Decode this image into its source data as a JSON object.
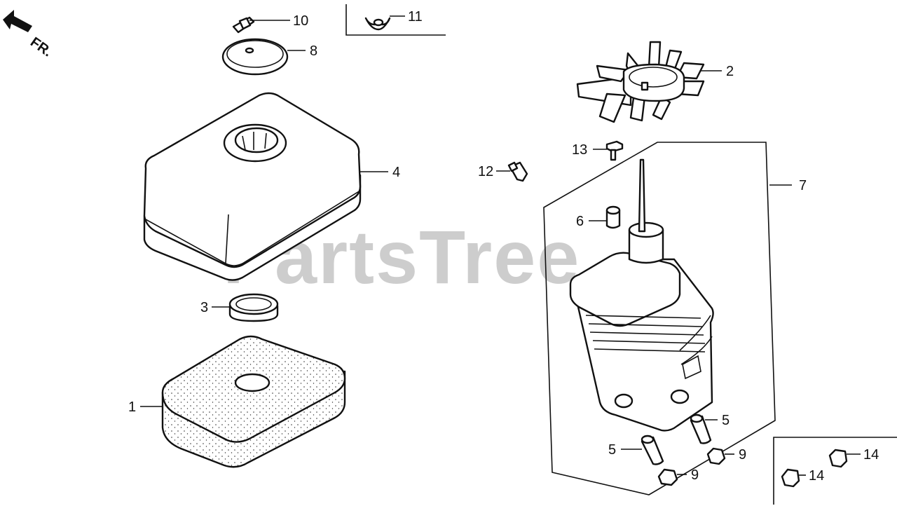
{
  "diagram": {
    "orientation": "FR.",
    "watermark": "PartsTree",
    "callouts": {
      "c1": "1",
      "c2": "2",
      "c3": "3",
      "c4": "4",
      "c5a": "5",
      "c5b": "5",
      "c6": "6",
      "c7": "7",
      "c8": "8",
      "c9a": "9",
      "c9b": "9",
      "c10": "10",
      "c11": "11",
      "c12": "12",
      "c13": "13",
      "c14a": "14",
      "c14b": "14"
    }
  }
}
